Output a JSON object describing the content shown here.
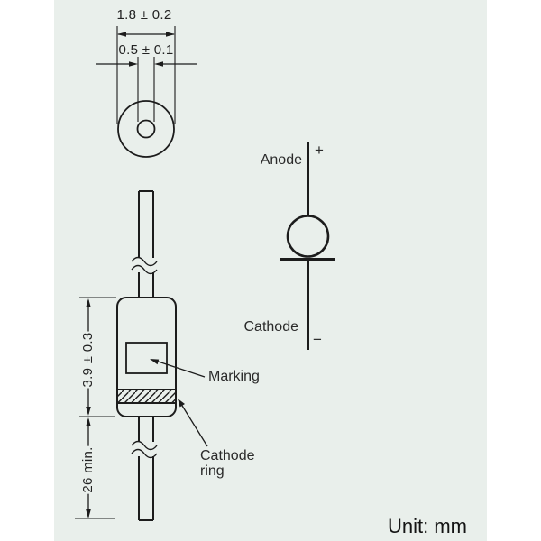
{
  "drawing": {
    "top_view": {
      "outer_diameter": "1.8 ± 0.2",
      "lead_diameter": "0.5 ± 0.1"
    },
    "side_view": {
      "body_length": "3.9 ± 0.3",
      "lead_length": "26 min.",
      "marking": "Marking",
      "cathode_ring_line1": "Cathode",
      "cathode_ring_line2": "ring"
    },
    "symbol": {
      "anode": "Anode",
      "plus": "+",
      "cathode": "Cathode",
      "minus": "−"
    },
    "unit": "Unit: mm"
  },
  "colors": {
    "page_background": "#ffffff",
    "panel_background": "#e9efeb",
    "line": "#1c1c1c"
  }
}
